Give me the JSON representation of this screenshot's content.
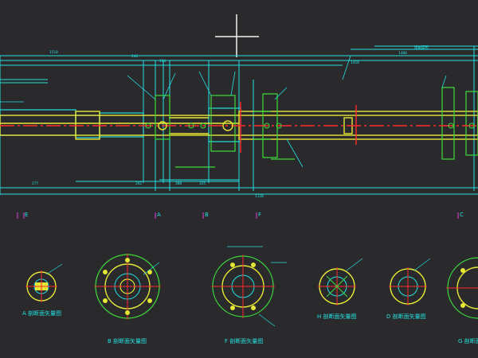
{
  "dimensions": {
    "overall": "1510",
    "top_right_note": "接触面积",
    "d1": "1480",
    "d2": "1418",
    "d3": "246",
    "d4": "194",
    "d5": "277",
    "d6": "262",
    "d7": "300",
    "d8": "325",
    "d9": "1130"
  },
  "section_markers": [
    "E",
    "A",
    "B",
    "F",
    "C"
  ],
  "views": [
    {
      "label": "A 剖断面矢量图"
    },
    {
      "label": "B 剖断面矢量图"
    },
    {
      "label": "F 剖断面矢量图"
    },
    {
      "label": "H 剖断面矢量图"
    },
    {
      "label": "D 剖断面矢量图"
    },
    {
      "label": "G 剖断面矢量图"
    }
  ],
  "colors": {
    "background": "#2a2a2c",
    "cyan": "#25e0e0",
    "yellow": "#e6e635",
    "red": "#ff2a2a",
    "green": "#3ddc3d",
    "white": "#f2f2f2",
    "magenta": "#e040e0"
  }
}
